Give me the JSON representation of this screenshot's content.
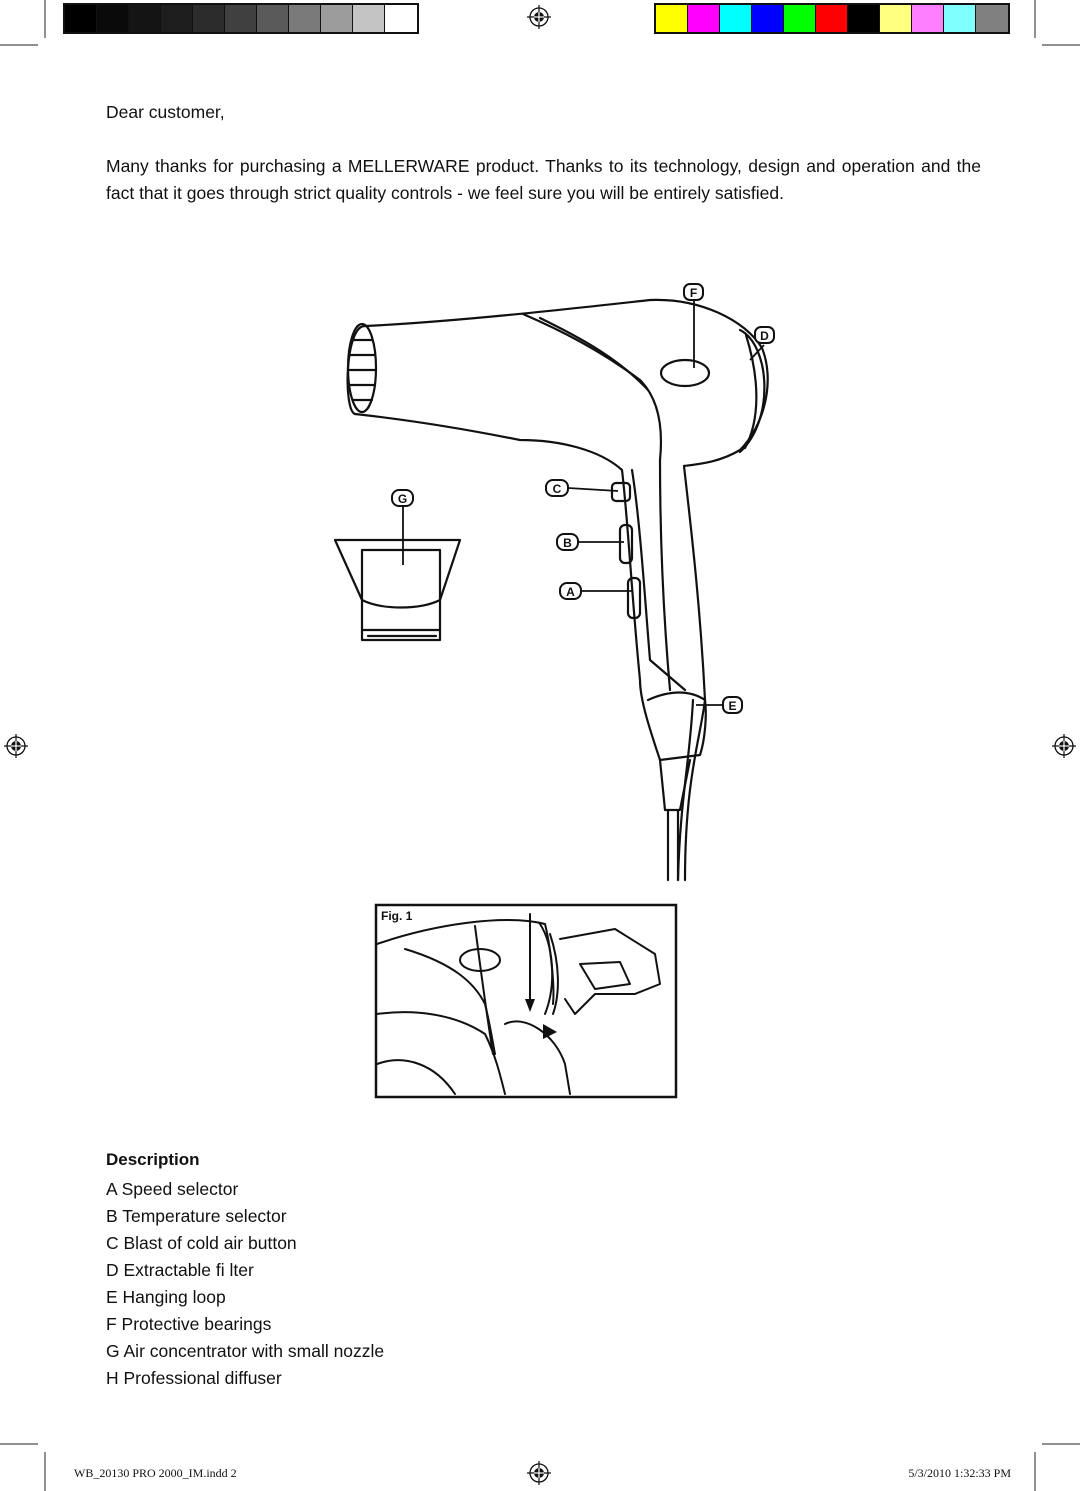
{
  "print_marks": {
    "gray_swatches": [
      "#000000",
      "#0a0a0a",
      "#141414",
      "#1e1e1e",
      "#2c2c2c",
      "#404040",
      "#5a5a5a",
      "#7a7a7a",
      "#9c9c9c",
      "#c4c4c4",
      "#ffffff"
    ],
    "color_swatches": [
      "#ffff00",
      "#ff00ff",
      "#00ffff",
      "#0000ff",
      "#00ff00",
      "#ff0000",
      "#000000",
      "#ffff80",
      "#ff80ff",
      "#80ffff",
      "#808080"
    ]
  },
  "content": {
    "greeting": "Dear customer,",
    "intro": "Many thanks for purchasing a MELLERWARE product. Thanks to its technology, design and operation and the fact that it goes through strict quality controls - we feel sure you will be entirely satisfied."
  },
  "diagram": {
    "labels": {
      "a": "A",
      "b": "B",
      "c": "C",
      "d": "D",
      "e": "E",
      "f": "F",
      "g": "G"
    },
    "fig_title": "Fig. 1"
  },
  "description": {
    "title": "Description",
    "items": [
      "A Speed selector",
      "B Temperature selector",
      "C Blast of cold air button",
      "D Extractable fi lter",
      "E Hanging loop",
      "F Protective bearings",
      "G Air concentrator with small nozzle",
      "H Professional diffuser"
    ]
  },
  "footer": {
    "left": "WB_20130 PRO 2000_IM.indd   2",
    "right": "5/3/2010   1:32:33 PM"
  }
}
